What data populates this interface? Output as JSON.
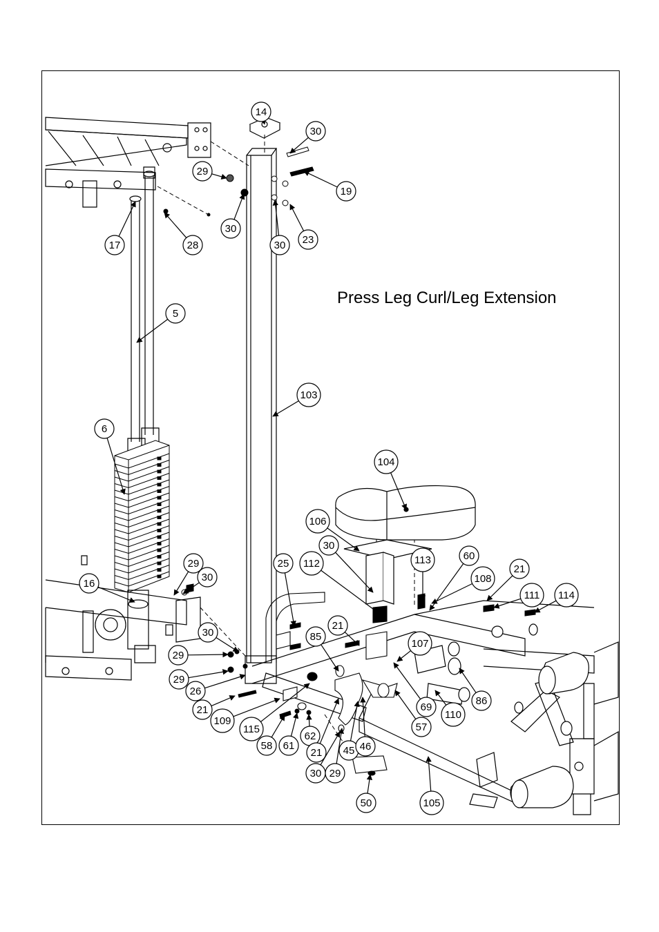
{
  "title": "Press Leg Curl/Leg Extension",
  "callouts": [
    {
      "id": "c14",
      "label": "14"
    },
    {
      "id": "c30a",
      "label": "30"
    },
    {
      "id": "c29a",
      "label": "29"
    },
    {
      "id": "c19",
      "label": "19"
    },
    {
      "id": "c30b",
      "label": "30"
    },
    {
      "id": "c30c",
      "label": "30"
    },
    {
      "id": "c23",
      "label": "23"
    },
    {
      "id": "c17",
      "label": "17"
    },
    {
      "id": "c28",
      "label": "28"
    },
    {
      "id": "c5",
      "label": "5"
    },
    {
      "id": "c103",
      "label": "103"
    },
    {
      "id": "c6",
      "label": "6"
    },
    {
      "id": "c104",
      "label": "104"
    },
    {
      "id": "c106",
      "label": "106"
    },
    {
      "id": "c30d",
      "label": "30"
    },
    {
      "id": "c25",
      "label": "25"
    },
    {
      "id": "c112",
      "label": "112"
    },
    {
      "id": "c113",
      "label": "113"
    },
    {
      "id": "c60",
      "label": "60"
    },
    {
      "id": "c108",
      "label": "108"
    },
    {
      "id": "c21a",
      "label": "21"
    },
    {
      "id": "c111",
      "label": "111"
    },
    {
      "id": "c114",
      "label": "114"
    },
    {
      "id": "c16",
      "label": "16"
    },
    {
      "id": "c29b",
      "label": "29"
    },
    {
      "id": "c30e",
      "label": "30"
    },
    {
      "id": "c30f",
      "label": "30"
    },
    {
      "id": "c21b",
      "label": "21"
    },
    {
      "id": "c85",
      "label": "85"
    },
    {
      "id": "c107",
      "label": "107"
    },
    {
      "id": "c29c",
      "label": "29"
    },
    {
      "id": "c29d",
      "label": "29"
    },
    {
      "id": "c26",
      "label": "26"
    },
    {
      "id": "c21c",
      "label": "21"
    },
    {
      "id": "c109",
      "label": "109"
    },
    {
      "id": "c115",
      "label": "115"
    },
    {
      "id": "c58",
      "label": "58"
    },
    {
      "id": "c61",
      "label": "61"
    },
    {
      "id": "c62",
      "label": "62"
    },
    {
      "id": "c21d",
      "label": "21"
    },
    {
      "id": "c45",
      "label": "45"
    },
    {
      "id": "c46",
      "label": "46"
    },
    {
      "id": "c30g",
      "label": "30"
    },
    {
      "id": "c29e",
      "label": "29"
    },
    {
      "id": "c69",
      "label": "69"
    },
    {
      "id": "c57",
      "label": "57"
    },
    {
      "id": "c110",
      "label": "110"
    },
    {
      "id": "c86",
      "label": "86"
    },
    {
      "id": "c50",
      "label": "50"
    },
    {
      "id": "c105",
      "label": "105"
    }
  ]
}
